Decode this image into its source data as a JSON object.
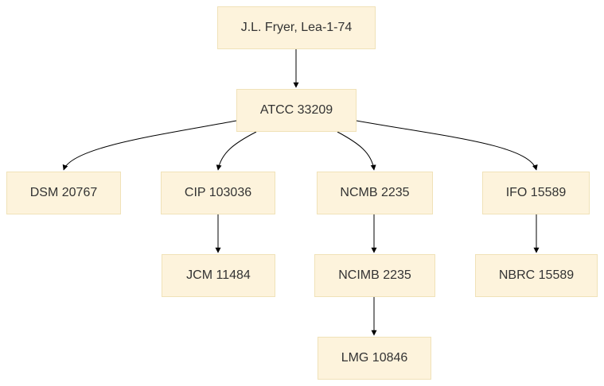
{
  "diagram": {
    "nodes": [
      {
        "id": "jl",
        "label": "J.L. Fryer, Lea-1-74"
      },
      {
        "id": "atcc",
        "label": "ATCC 33209"
      },
      {
        "id": "dsm",
        "label": "DSM 20767"
      },
      {
        "id": "cip",
        "label": "CIP 103036"
      },
      {
        "id": "ncmb",
        "label": "NCMB 2235"
      },
      {
        "id": "ifo",
        "label": "IFO 15589"
      },
      {
        "id": "jcm",
        "label": "JCM 11484"
      },
      {
        "id": "ncimb",
        "label": "NCIMB 2235"
      },
      {
        "id": "nbrc",
        "label": "NBRC 15589"
      },
      {
        "id": "lmg",
        "label": "LMG 10846"
      }
    ],
    "edges": [
      {
        "from": "jl",
        "to": "atcc"
      },
      {
        "from": "atcc",
        "to": "dsm"
      },
      {
        "from": "atcc",
        "to": "cip"
      },
      {
        "from": "atcc",
        "to": "ncmb"
      },
      {
        "from": "atcc",
        "to": "ifo"
      },
      {
        "from": "cip",
        "to": "jcm"
      },
      {
        "from": "ncmb",
        "to": "ncimb"
      },
      {
        "from": "ifo",
        "to": "nbrc"
      },
      {
        "from": "ncimb",
        "to": "lmg"
      }
    ],
    "colors": {
      "node_fill": "#fdf3dc",
      "node_border": "#f0e2b8",
      "edge": "#000000",
      "text": "#333333"
    }
  }
}
